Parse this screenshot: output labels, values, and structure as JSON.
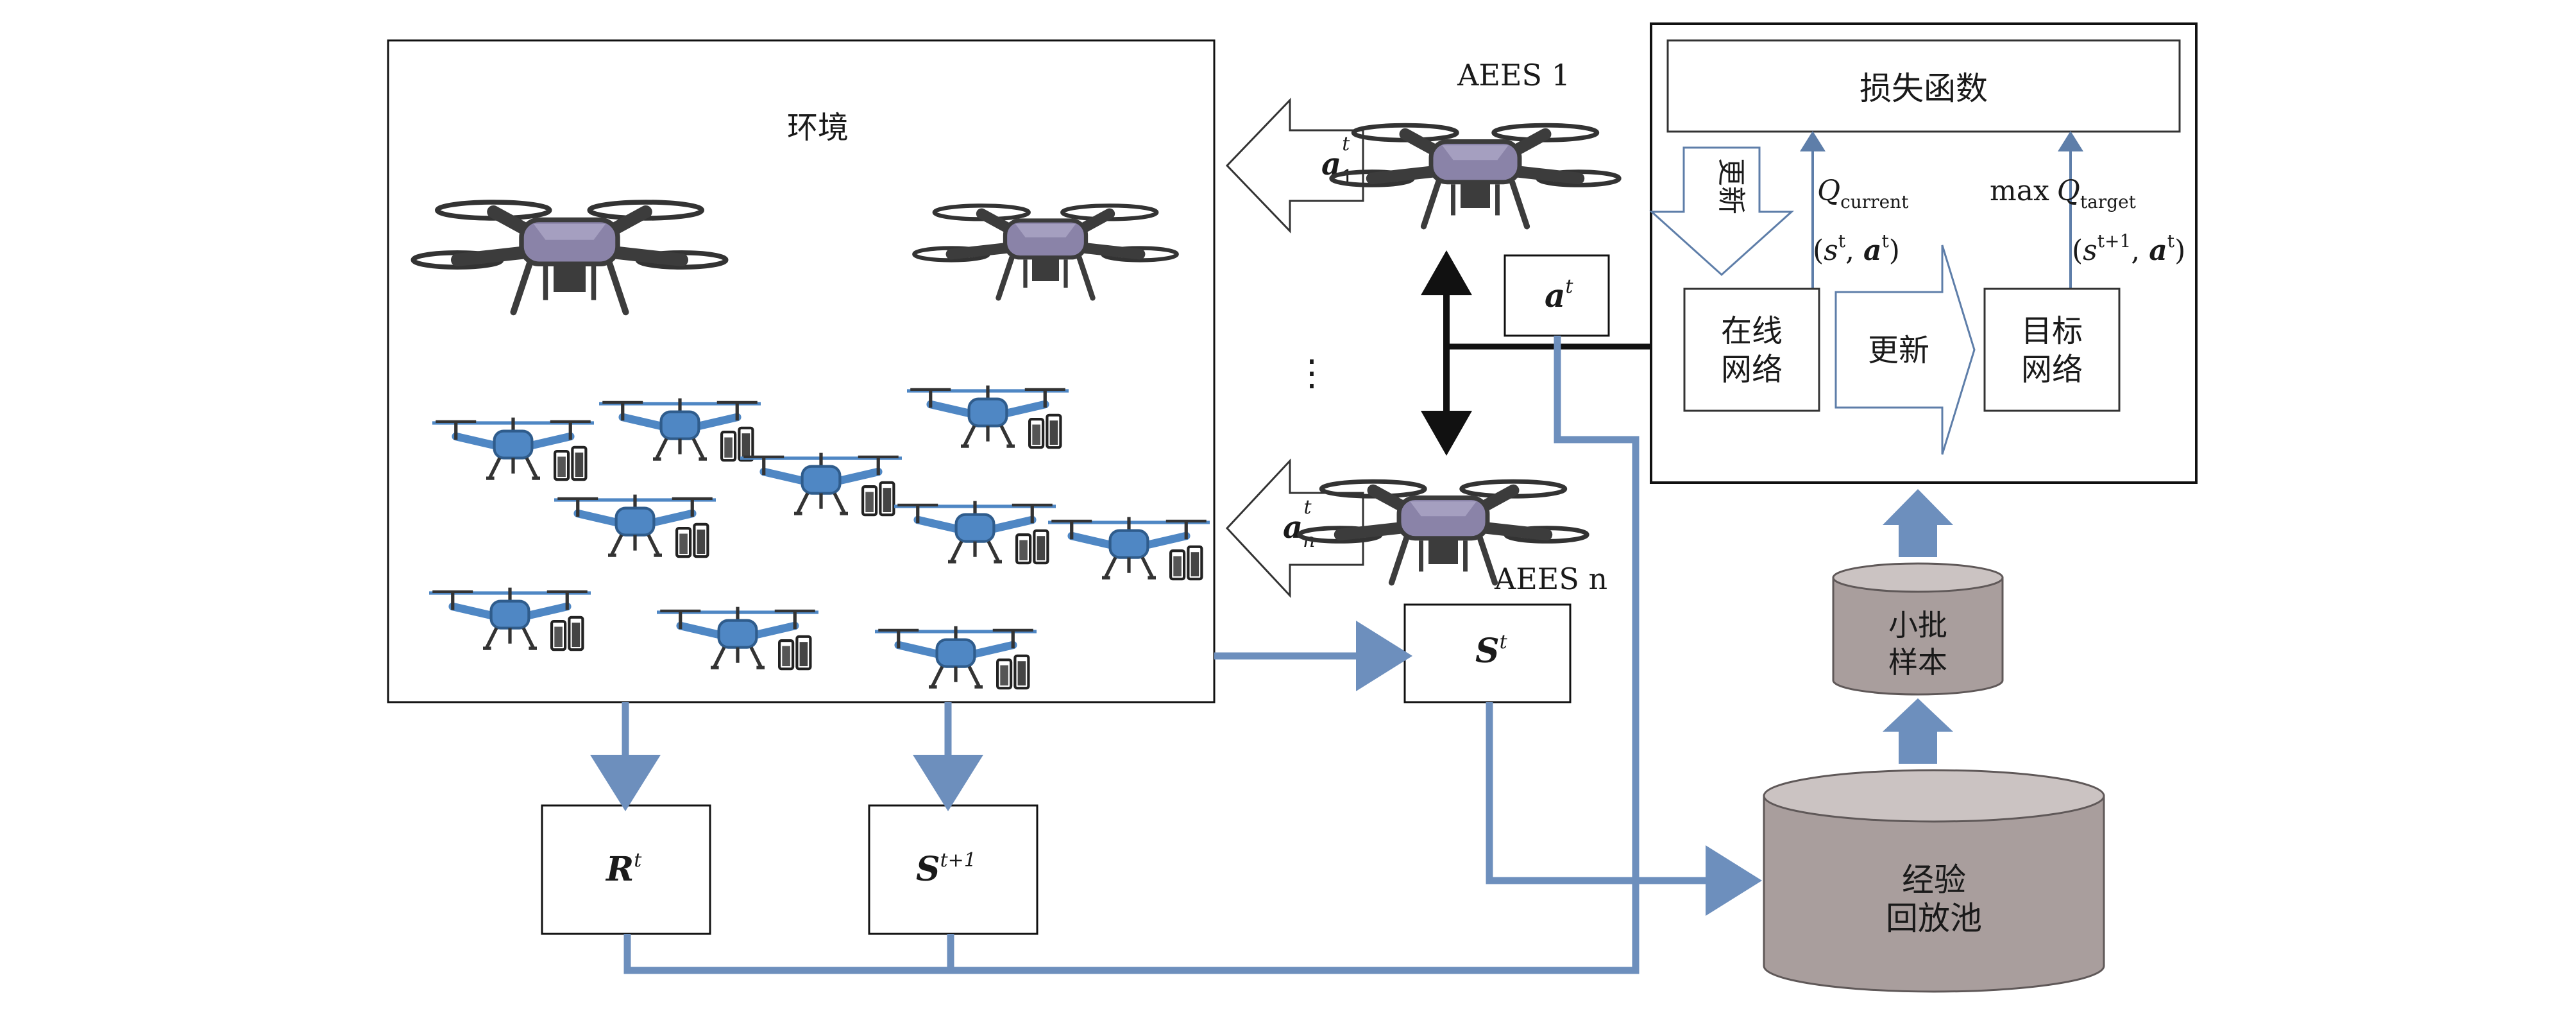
{
  "env": {
    "title": "环境"
  },
  "agents": {
    "first_label": "AEES 1",
    "last_label": "AEES n",
    "ellipsis": "⋮",
    "action_1": "a",
    "action_1_sub": "1",
    "action_n": "a",
    "action_n_sub": "n",
    "action_sup": "t"
  },
  "nodes": {
    "action": "a",
    "action_sup": "t",
    "state": "S",
    "state_sup": "t",
    "reward": "R",
    "reward_sup": "t",
    "next_state": "S",
    "next_state_sup": "t+1",
    "replay_line1": "经验",
    "replay_line2": "回放池",
    "minibatch_line1": "小批",
    "minibatch_line2": "样本"
  },
  "dqn": {
    "loss": "损失函数",
    "update_vertical": "更新",
    "online_line1": "在线",
    "online_line2": "网络",
    "update_horizontal": "更新",
    "target_line1": "目标",
    "target_line2": "网络",
    "q_current_main": "Q",
    "q_current_sub": "current",
    "q_current_args_s": "s",
    "q_current_args_s_sup": "t",
    "q_current_args_a": "a",
    "q_current_args_a_sup": "t",
    "q_target_prefix": "max",
    "q_target_main": "Q",
    "q_target_sub": "target",
    "q_target_args_s": "s",
    "q_target_args_s_sup": "t+1",
    "q_target_args_a": "a",
    "q_target_args_a_sup": "t"
  },
  "colors": {
    "flow": "#6d8fbd",
    "drone_body": "#8a83a8",
    "drone_dark": "#3c3c3c",
    "small_drone": "#4f87c4",
    "cylinder": "#b5aaa9",
    "cylinder_top": "#cfc7c6"
  }
}
